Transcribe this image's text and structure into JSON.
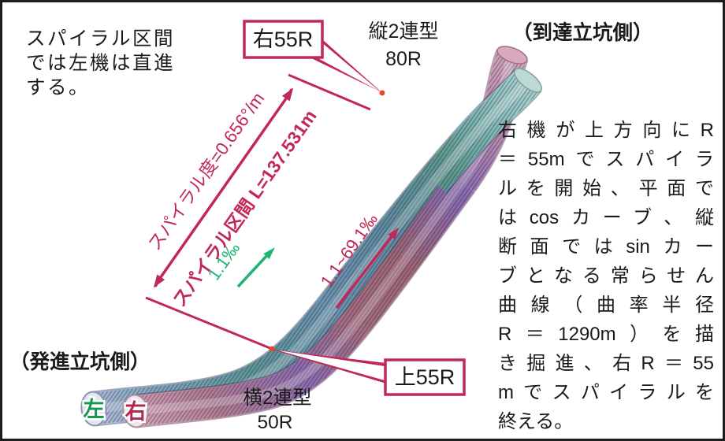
{
  "figure": {
    "type": "3d-tunnel-spiral-diagram",
    "colors": {
      "annotation_crimson": "#c22857",
      "gradient_green": "#21b573",
      "contact_dot_red": "#e8442f",
      "tube_right_pink": "#a86f7e",
      "tube_left_teal": "#5f9a92",
      "tube_transition_purple": "#8a6cb0",
      "text_black": "#1a1a1a"
    }
  },
  "note_top_left": {
    "lines": [
      "スパイラル区間",
      "では左機は直進",
      "する。"
    ]
  },
  "callouts": {
    "right_55r": "右55R",
    "up_55r": "上55R"
  },
  "labels": {
    "arrival_shaft": "（到達立坑側）",
    "launch_shaft": "（発進立坑側）",
    "vertical_twin": "縦2連型",
    "vertical_twin_radius": "80R",
    "horizontal_twin": "横2連型",
    "horizontal_twin_radius": "50R",
    "tunnel_left_face": "左",
    "tunnel_right_face": "右"
  },
  "dimensions": {
    "spiral_rate": "スパイラル度=0.656°/m",
    "spiral_section_length": "スパイラル区間 L=137.531m",
    "gradient_left_machine": "1.1‰",
    "gradient_right_machine": "1.1~69.1‰"
  },
  "description_right": {
    "lines": [
      "右機が上方向にR",
      "＝55mでスパイラ",
      "ルを開始、平面で",
      "はcosカーブ、縦",
      "断面ではsinカー",
      "ブとなる常らせん",
      "曲線（曲率半径",
      "R＝1290m）を描",
      "き掘進、右R＝55",
      "mでスパイラルを",
      "終える。"
    ]
  }
}
